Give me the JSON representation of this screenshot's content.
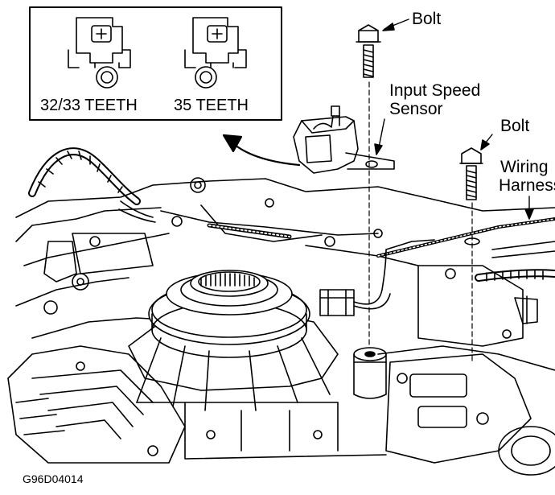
{
  "inset": {
    "left_caption": "32/33 TEETH",
    "right_caption": "35 TEETH"
  },
  "callouts": {
    "bolt_top": "Bolt",
    "input_speed_sensor_line1": "Input Speed",
    "input_speed_sensor_line2": "Sensor",
    "bolt_right": "Bolt",
    "wiring_line1": "Wiring",
    "wiring_line2": "Harness"
  },
  "figure_id": "G96D04014"
}
